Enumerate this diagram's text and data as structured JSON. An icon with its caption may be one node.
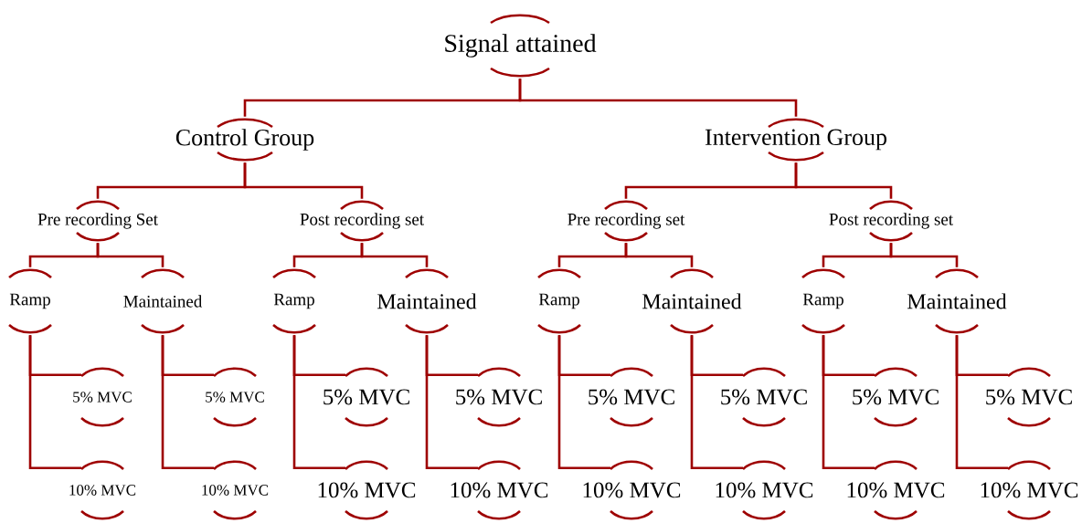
{
  "diagram": {
    "nodes": [
      {
        "text": [
          "Signal attained"
        ]
      },
      {
        "text": [
          "Control Group"
        ]
      },
      {
        "text": [
          "Intervention Group"
        ]
      },
      {
        "text": [
          "Pre recording Set"
        ]
      },
      {
        "text": [
          "Post recording set"
        ]
      },
      {
        "text": [
          "Pre recording set"
        ]
      },
      {
        "text": [
          "Post recording set"
        ]
      },
      {
        "text": [
          "Ramp"
        ]
      },
      {
        "text": [
          "Maintained"
        ]
      },
      {
        "text": [
          "Ramp"
        ]
      },
      {
        "text": [
          "Maintained"
        ]
      },
      {
        "text": [
          "Ramp"
        ]
      },
      {
        "text": [
          "Maintained"
        ]
      },
      {
        "text": [
          "Ramp"
        ]
      },
      {
        "text": [
          "Maintained"
        ]
      },
      {
        "text": [
          "5% MVC"
        ]
      },
      {
        "text": [
          "10% MVC"
        ]
      },
      {
        "text": [
          "5% MVC"
        ]
      },
      {
        "text": [
          "10% MVC"
        ]
      },
      {
        "text": [
          "5% MVC"
        ]
      },
      {
        "text": [
          "10% MVC"
        ]
      },
      {
        "text": [
          "5% MVC"
        ]
      },
      {
        "text": [
          "10% MVC"
        ]
      },
      {
        "text": [
          "5% MVC"
        ]
      },
      {
        "text": [
          "10% MVC"
        ]
      },
      {
        "text": [
          "5% MVC"
        ]
      },
      {
        "text": [
          "10% MVC"
        ]
      },
      {
        "text": [
          "5% MVC"
        ]
      },
      {
        "text": [
          "10% MVC"
        ]
      },
      {
        "text": [
          "5% MVC"
        ]
      },
      {
        "text": [
          "10% MVC"
        ]
      }
    ],
    "edges": [
      {
        "from": 0,
        "to": 1,
        "arrow": "none"
      },
      {
        "from": 0,
        "to": 2,
        "arrow": "none"
      },
      {
        "from": 1,
        "to": 3,
        "arrow": "none"
      },
      {
        "from": 1,
        "to": 4,
        "arrow": "none"
      },
      {
        "from": 2,
        "to": 5,
        "arrow": "none"
      },
      {
        "from": 2,
        "to": 6,
        "arrow": "none"
      },
      {
        "from": 3,
        "to": 7,
        "arrow": "none"
      },
      {
        "from": 3,
        "to": 8,
        "arrow": "none"
      },
      {
        "from": 4,
        "to": 9,
        "arrow": "none"
      },
      {
        "from": 4,
        "to": 10,
        "arrow": "none"
      },
      {
        "from": 5,
        "to": 11,
        "arrow": "none"
      },
      {
        "from": 5,
        "to": 12,
        "arrow": "none"
      },
      {
        "from": 6,
        "to": 13,
        "arrow": "none"
      },
      {
        "from": 6,
        "to": 14,
        "arrow": "none"
      },
      {
        "from": 7,
        "to": 15,
        "arrow": "none"
      },
      {
        "from": 7,
        "to": 16,
        "arrow": "none"
      },
      {
        "from": 8,
        "to": 17,
        "arrow": "none"
      },
      {
        "from": 8,
        "to": 18,
        "arrow": "none"
      },
      {
        "from": 9,
        "to": 19,
        "arrow": "none"
      },
      {
        "from": 9,
        "to": 20,
        "arrow": "none"
      },
      {
        "from": 10,
        "to": 21,
        "arrow": "none"
      },
      {
        "from": 10,
        "to": 22,
        "arrow": "none"
      },
      {
        "from": 11,
        "to": 23,
        "arrow": "none"
      },
      {
        "from": 11,
        "to": 24,
        "arrow": "none"
      },
      {
        "from": 12,
        "to": 25,
        "arrow": "none"
      },
      {
        "from": 12,
        "to": 26,
        "arrow": "none"
      },
      {
        "from": 13,
        "to": 27,
        "arrow": "none"
      },
      {
        "from": 13,
        "to": 28,
        "arrow": "none"
      },
      {
        "from": 14,
        "to": 29,
        "arrow": "none"
      },
      {
        "from": 14,
        "to": 30,
        "arrow": "none"
      }
    ]
  }
}
